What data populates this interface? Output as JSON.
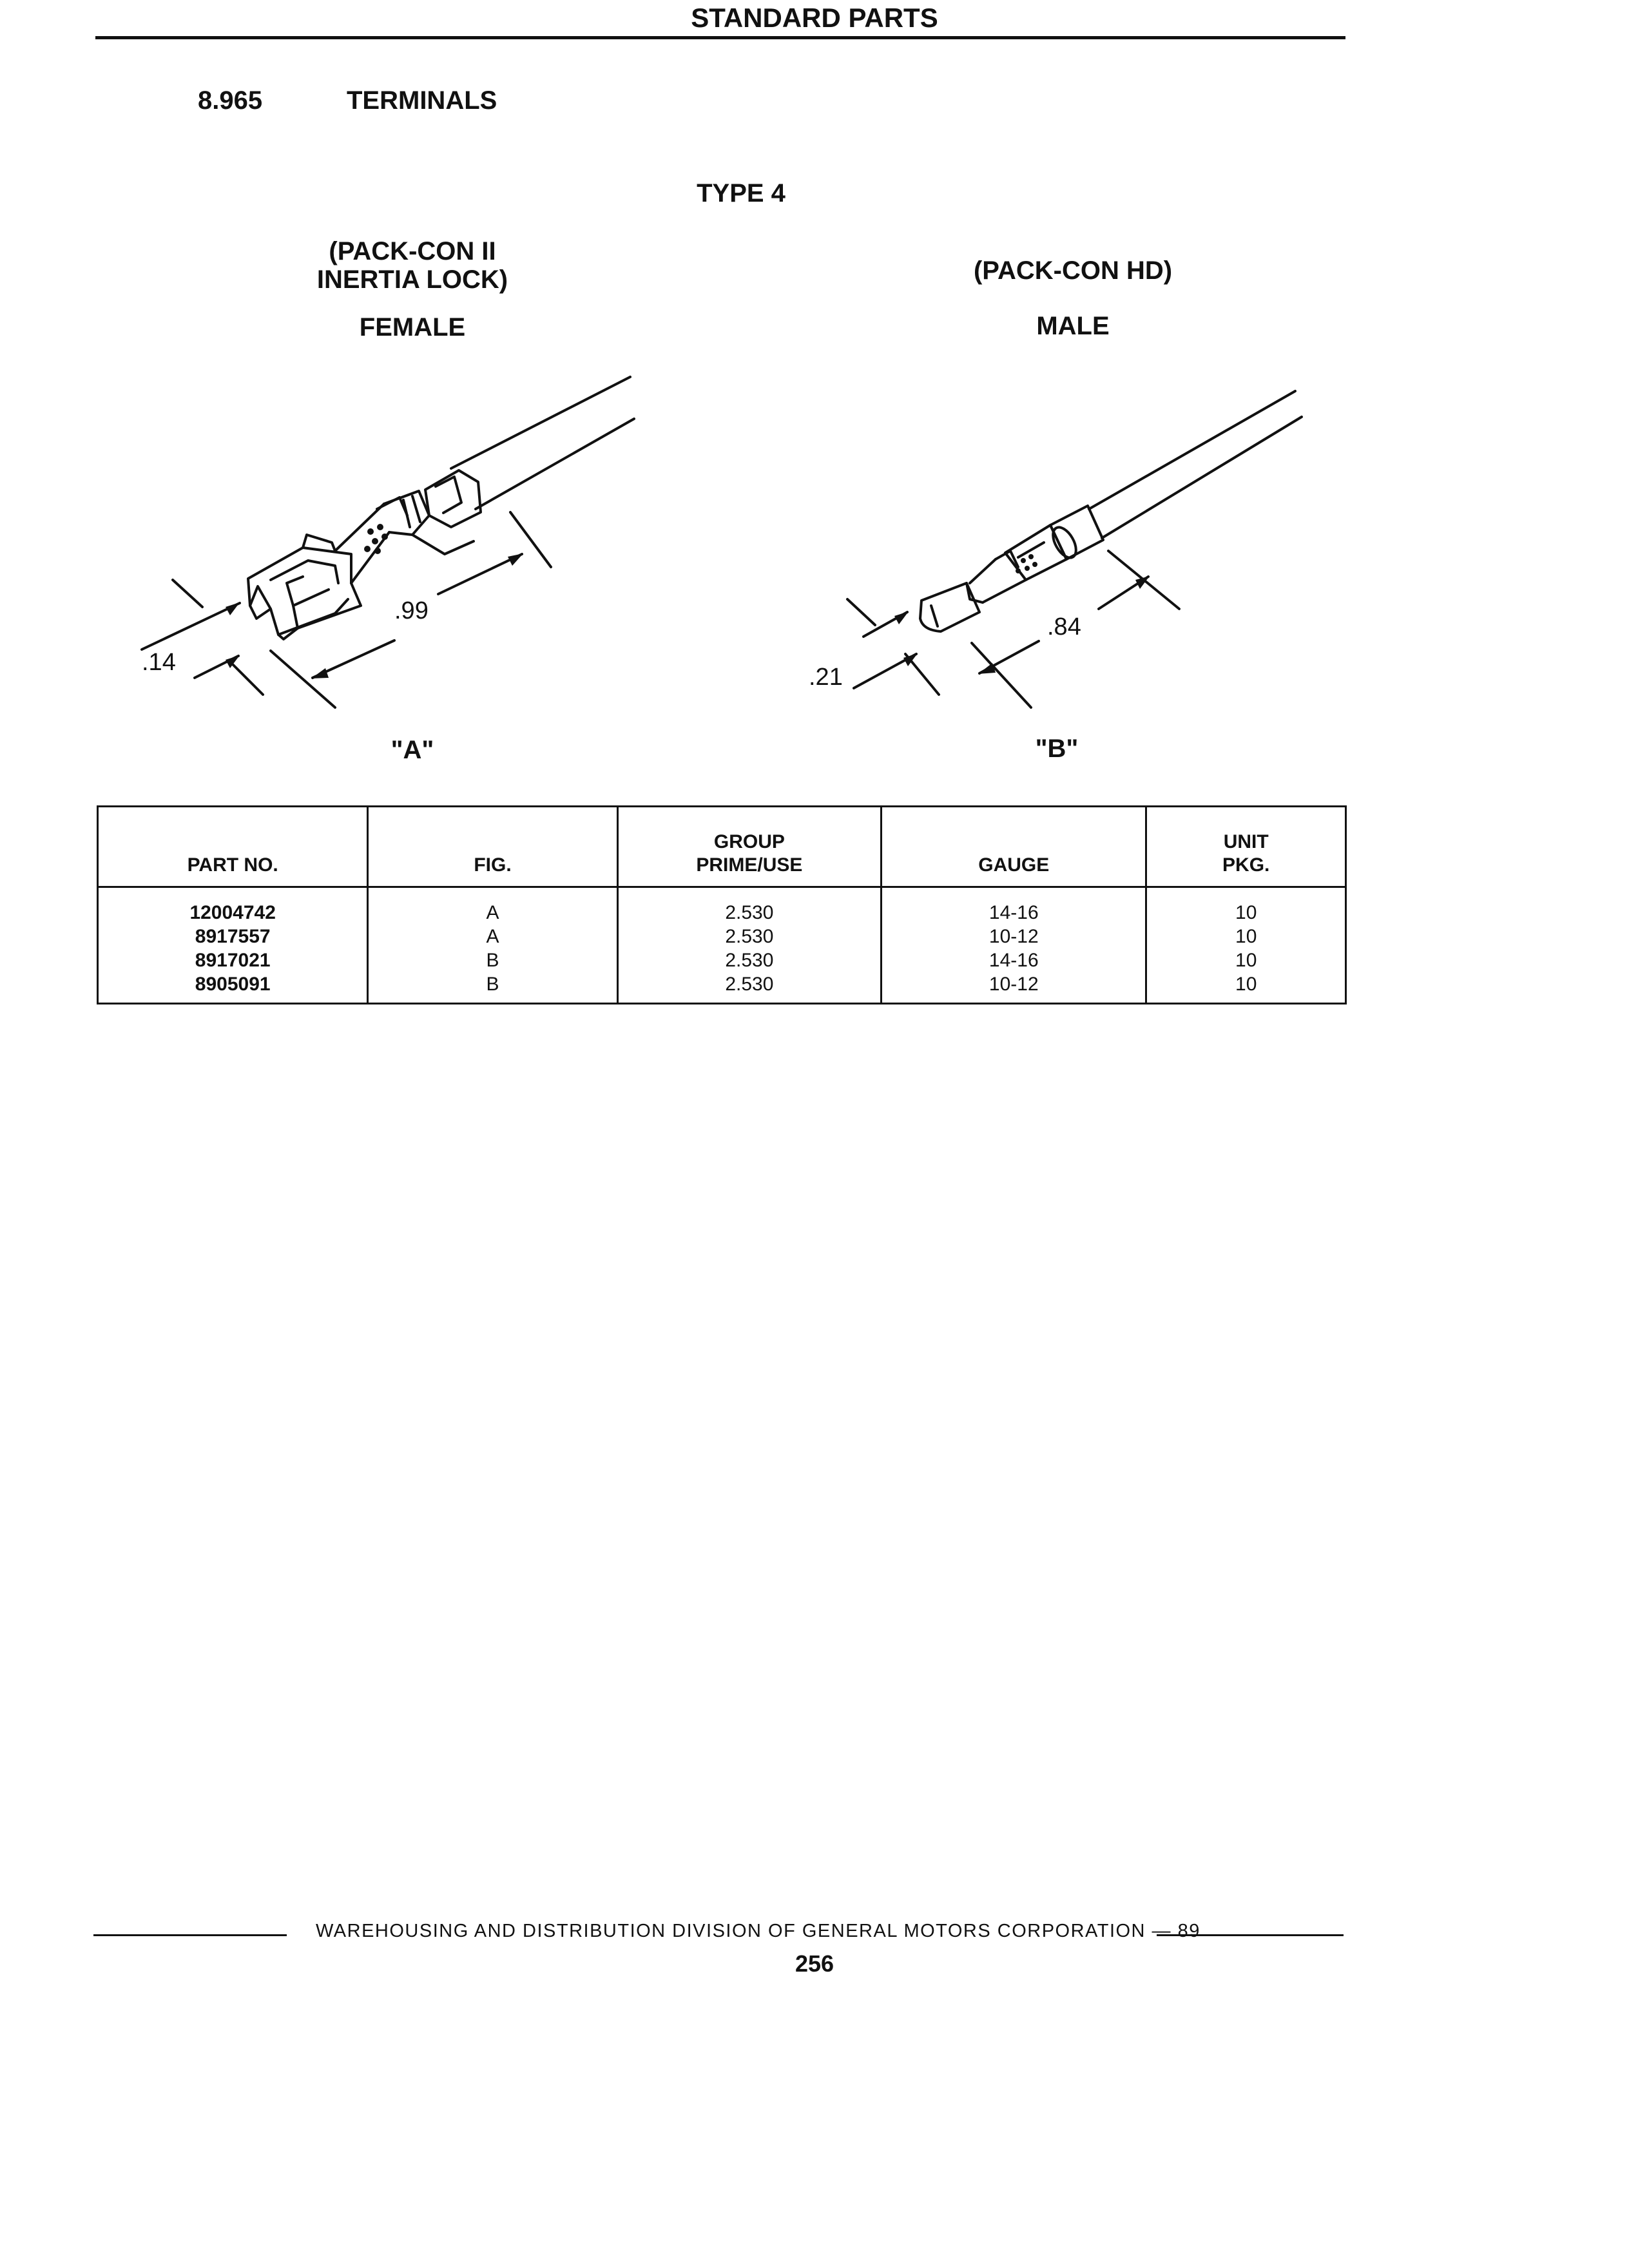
{
  "header": {
    "title": "STANDARD PARTS"
  },
  "section": {
    "number": "8.965",
    "title": "TERMINALS"
  },
  "type_label": "TYPE 4",
  "figures": {
    "a": {
      "desc_line1": "(PACK-CON II",
      "desc_line2": "INERTIA LOCK)",
      "gender": "FEMALE",
      "dim_length": ".99",
      "dim_width": ".14",
      "caption": "\"A\""
    },
    "b": {
      "desc": "(PACK-CON HD)",
      "gender": "MALE",
      "dim_length": ".84",
      "dim_width": ".21",
      "caption": "\"B\""
    }
  },
  "table": {
    "headers": {
      "part_no": "PART NO.",
      "fig": "FIG.",
      "group_line1": "GROUP",
      "group_line2": "PRIME/USE",
      "gauge": "GAUGE",
      "unit_line1": "UNIT",
      "unit_line2": "PKG."
    },
    "rows": [
      {
        "part_no": "12004742",
        "fig": "A",
        "group": "2.530",
        "gauge": "14-16",
        "unit_pkg": "10"
      },
      {
        "part_no": "8917557",
        "fig": "A",
        "group": "2.530",
        "gauge": "10-12",
        "unit_pkg": "10"
      },
      {
        "part_no": "8917021",
        "fig": "B",
        "group": "2.530",
        "gauge": "14-16",
        "unit_pkg": "10"
      },
      {
        "part_no": "8905091",
        "fig": "B",
        "group": "2.530",
        "gauge": "10-12",
        "unit_pkg": "10"
      }
    ]
  },
  "footer": {
    "text": "WAREHOUSING AND DISTRIBUTION DIVISION OF GENERAL MOTORS CORPORATION — 89",
    "page_number": "256"
  }
}
